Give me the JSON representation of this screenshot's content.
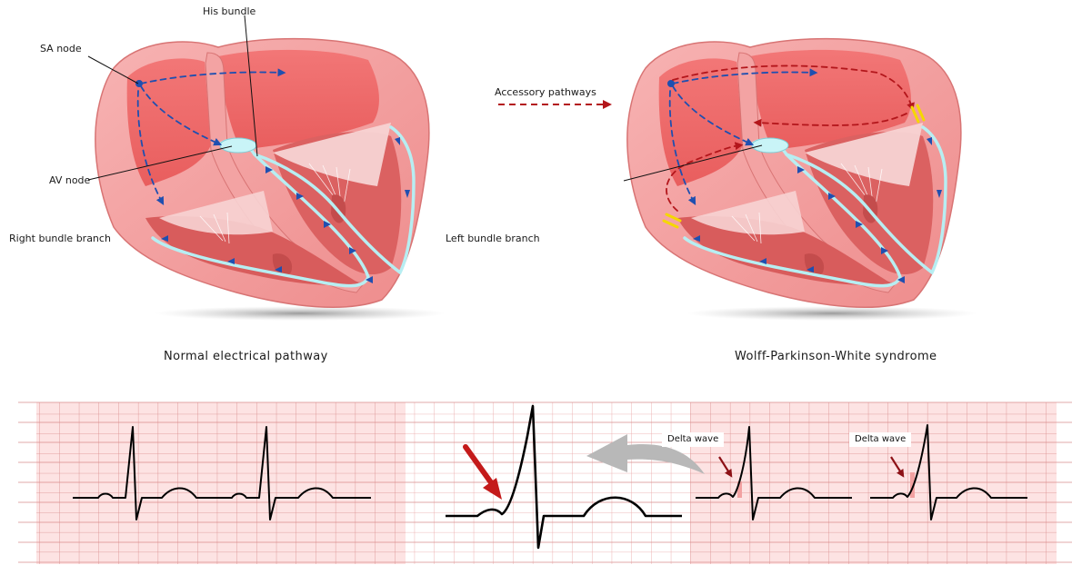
{
  "labels": {
    "his_bundle": "His bundle",
    "sa_node": "SA node",
    "av_node": "AV node",
    "right_bundle_branch": "Right bundle branch",
    "left_bundle_branch": "Left bundle branch",
    "accessory_pathways": "Accessory pathways"
  },
  "captions": {
    "normal": "Normal electrical pathway",
    "wpw": "Wolff-Parkinson-White syndrome"
  },
  "ecg": {
    "delta_wave_1": "Delta wave",
    "delta_wave_2": "Delta wave"
  },
  "colors": {
    "heart_outer": "#f29a9a",
    "heart_inner": "#ef6b6b",
    "conduction_line": "#b7eef2",
    "impulse_arrow": "#1f4fb0",
    "accessory_arrow": "#b3161b",
    "ecg_grid_fill": "#fde3e3",
    "ecg_grid_line": "#d88a8a",
    "ecg_trace": "#000000",
    "highlight_arrow": "#c41a1a",
    "transition_arrow": "#b8b8b8"
  }
}
